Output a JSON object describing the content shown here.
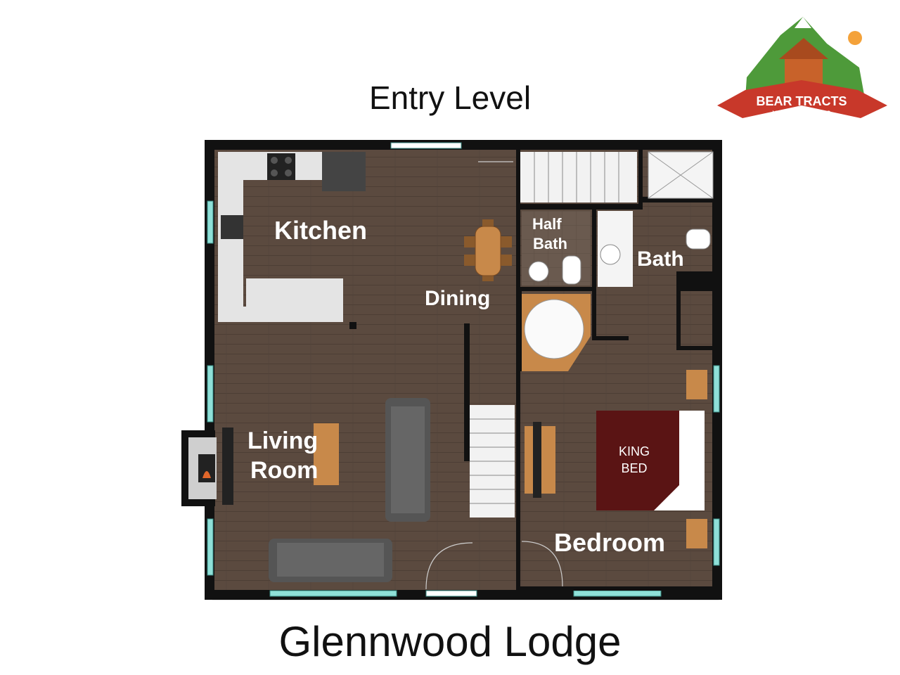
{
  "header": {
    "level_title": "Entry Level"
  },
  "footer": {
    "plan_name": "Glennwood Lodge"
  },
  "logo": {
    "line1": "BEAR TRACTS",
    "line2": "VACATION CABINS"
  },
  "rooms": {
    "kitchen": "Kitchen",
    "dining": "Dining",
    "half_bath_line1": "Half",
    "half_bath_line2": "Bath",
    "bath": "Bath",
    "living_line1": "Living",
    "living_line2": "Room",
    "bedroom": "Bedroom"
  },
  "furniture": {
    "bed_line1": "KING",
    "bed_line2": "BED"
  },
  "colors": {
    "floor": "#5b4a3f",
    "wall": "#111111",
    "counter": "#e4e4e4",
    "window": "#8fe0d8",
    "sofa": "#555555",
    "wood": "#c8894a",
    "bed": "#5a1414",
    "logo_red": "#c8382a",
    "logo_green": "#4e9a3a"
  }
}
